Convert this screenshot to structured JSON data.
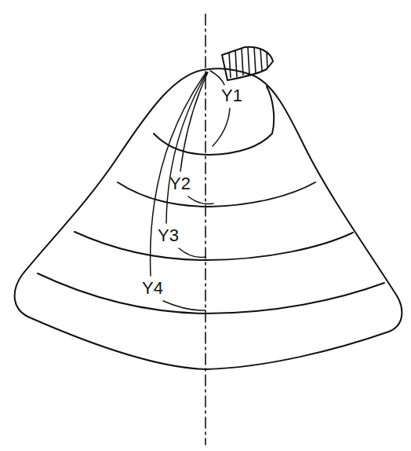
{
  "diagram": {
    "labels": [
      "Y1",
      "Y2",
      "Y3",
      "Y4"
    ]
  }
}
